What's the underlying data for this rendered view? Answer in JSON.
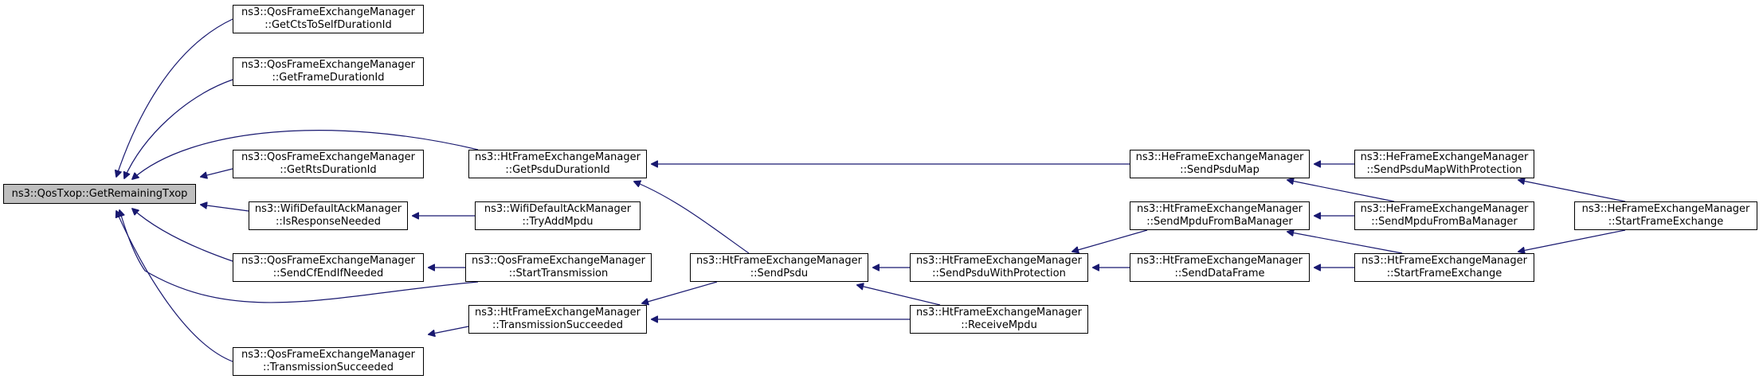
{
  "graph": {
    "style": {
      "edge_color": "#191970",
      "node_border": "#000000",
      "node_fill": "#ffffff",
      "root_fill": "#bfbfbf"
    },
    "nodes": [
      {
        "id": "root",
        "lines": [
          "ns3::QosTxop::GetRemainingTxop"
        ]
      },
      {
        "id": "qfem-getcts",
        "lines": [
          "ns3::QosFrameExchangeManager",
          "::GetCtsToSelfDurationId"
        ]
      },
      {
        "id": "qfem-getframe",
        "lines": [
          "ns3::QosFrameExchangeManager",
          "::GetFrameDurationId"
        ]
      },
      {
        "id": "qfem-getrts",
        "lines": [
          "ns3::QosFrameExchangeManager",
          "::GetRtsDurationId"
        ]
      },
      {
        "id": "wdam-isresponse",
        "lines": [
          "ns3::WifiDefaultAckManager",
          "::IsResponseNeeded"
        ]
      },
      {
        "id": "qfem-sendcfend",
        "lines": [
          "ns3::QosFrameExchangeManager",
          "::SendCfEndIfNeeded"
        ]
      },
      {
        "id": "qfem-txsucc",
        "lines": [
          "ns3::QosFrameExchangeManager",
          "::TransmissionSucceeded"
        ]
      },
      {
        "id": "htfem-getpsdu",
        "lines": [
          "ns3::HtFrameExchangeManager",
          "::GetPsduDurationId"
        ]
      },
      {
        "id": "wdam-tryadd",
        "lines": [
          "ns3::WifiDefaultAckManager",
          "::TryAddMpdu"
        ]
      },
      {
        "id": "qfem-starttx",
        "lines": [
          "ns3::QosFrameExchangeManager",
          "::StartTransmission"
        ]
      },
      {
        "id": "htfem-txsucc",
        "lines": [
          "ns3::HtFrameExchangeManager",
          "::TransmissionSucceeded"
        ]
      },
      {
        "id": "htfem-sendpsdu",
        "lines": [
          "ns3::HtFrameExchangeManager",
          "::SendPsdu"
        ]
      },
      {
        "id": "htfem-sendpsduwp",
        "lines": [
          "ns3::HtFrameExchangeManager",
          "::SendPsduWithProtection"
        ]
      },
      {
        "id": "htfem-receive",
        "lines": [
          "ns3::HtFrameExchangeManager",
          "::ReceiveMpdu"
        ]
      },
      {
        "id": "hefem-sendpsdumap",
        "lines": [
          "ns3::HeFrameExchangeManager",
          "::SendPsduMap"
        ]
      },
      {
        "id": "htfem-sendmpduba",
        "lines": [
          "ns3::HtFrameExchangeManager",
          "::SendMpduFromBaManager"
        ]
      },
      {
        "id": "htfem-senddata",
        "lines": [
          "ns3::HtFrameExchangeManager",
          "::SendDataFrame"
        ]
      },
      {
        "id": "hefem-sendpsdumapwp",
        "lines": [
          "ns3::HeFrameExchangeManager",
          "::SendPsduMapWithProtection"
        ]
      },
      {
        "id": "hefem-sendmpduba",
        "lines": [
          "ns3::HeFrameExchangeManager",
          "::SendMpduFromBaManager"
        ]
      },
      {
        "id": "htfem-startfe",
        "lines": [
          "ns3::HtFrameExchangeManager",
          "::StartFrameExchange"
        ]
      },
      {
        "id": "hefem-startfe",
        "lines": [
          "ns3::HeFrameExchangeManager",
          "::StartFrameExchange"
        ]
      }
    ],
    "edges": [
      {
        "from": "qfem-getcts",
        "to": "root"
      },
      {
        "from": "qfem-getframe",
        "to": "root"
      },
      {
        "from": "htfem-getpsdu",
        "to": "root"
      },
      {
        "from": "qfem-getrts",
        "to": "root"
      },
      {
        "from": "wdam-isresponse",
        "to": "root"
      },
      {
        "from": "qfem-sendcfend",
        "to": "root"
      },
      {
        "from": "qfem-starttx",
        "to": "root"
      },
      {
        "from": "qfem-txsucc",
        "to": "root"
      },
      {
        "from": "wdam-tryadd",
        "to": "wdam-isresponse"
      },
      {
        "from": "qfem-starttx",
        "to": "qfem-sendcfend"
      },
      {
        "from": "htfem-txsucc",
        "to": "qfem-txsucc"
      },
      {
        "from": "hefem-sendpsdumap",
        "to": "htfem-getpsdu"
      },
      {
        "from": "htfem-sendpsdu",
        "to": "htfem-getpsdu"
      },
      {
        "from": "htfem-sendpsdu",
        "to": "htfem-txsucc"
      },
      {
        "from": "htfem-receive",
        "to": "htfem-txsucc"
      },
      {
        "from": "htfem-sendpsduwp",
        "to": "htfem-sendpsdu"
      },
      {
        "from": "htfem-receive",
        "to": "htfem-sendpsdu"
      },
      {
        "from": "htfem-sendmpduba",
        "to": "htfem-sendpsduwp"
      },
      {
        "from": "htfem-senddata",
        "to": "htfem-sendpsduwp"
      },
      {
        "from": "hefem-sendpsdumapwp",
        "to": "hefem-sendpsdumap"
      },
      {
        "from": "hefem-sendmpduba",
        "to": "hefem-sendpsdumap"
      },
      {
        "from": "hefem-sendmpduba",
        "to": "htfem-sendmpduba"
      },
      {
        "from": "htfem-startfe",
        "to": "htfem-sendmpduba"
      },
      {
        "from": "htfem-startfe",
        "to": "htfem-senddata"
      },
      {
        "from": "hefem-startfe",
        "to": "hefem-sendpsdumapwp"
      },
      {
        "from": "hefem-startfe",
        "to": "htfem-startfe"
      }
    ]
  }
}
